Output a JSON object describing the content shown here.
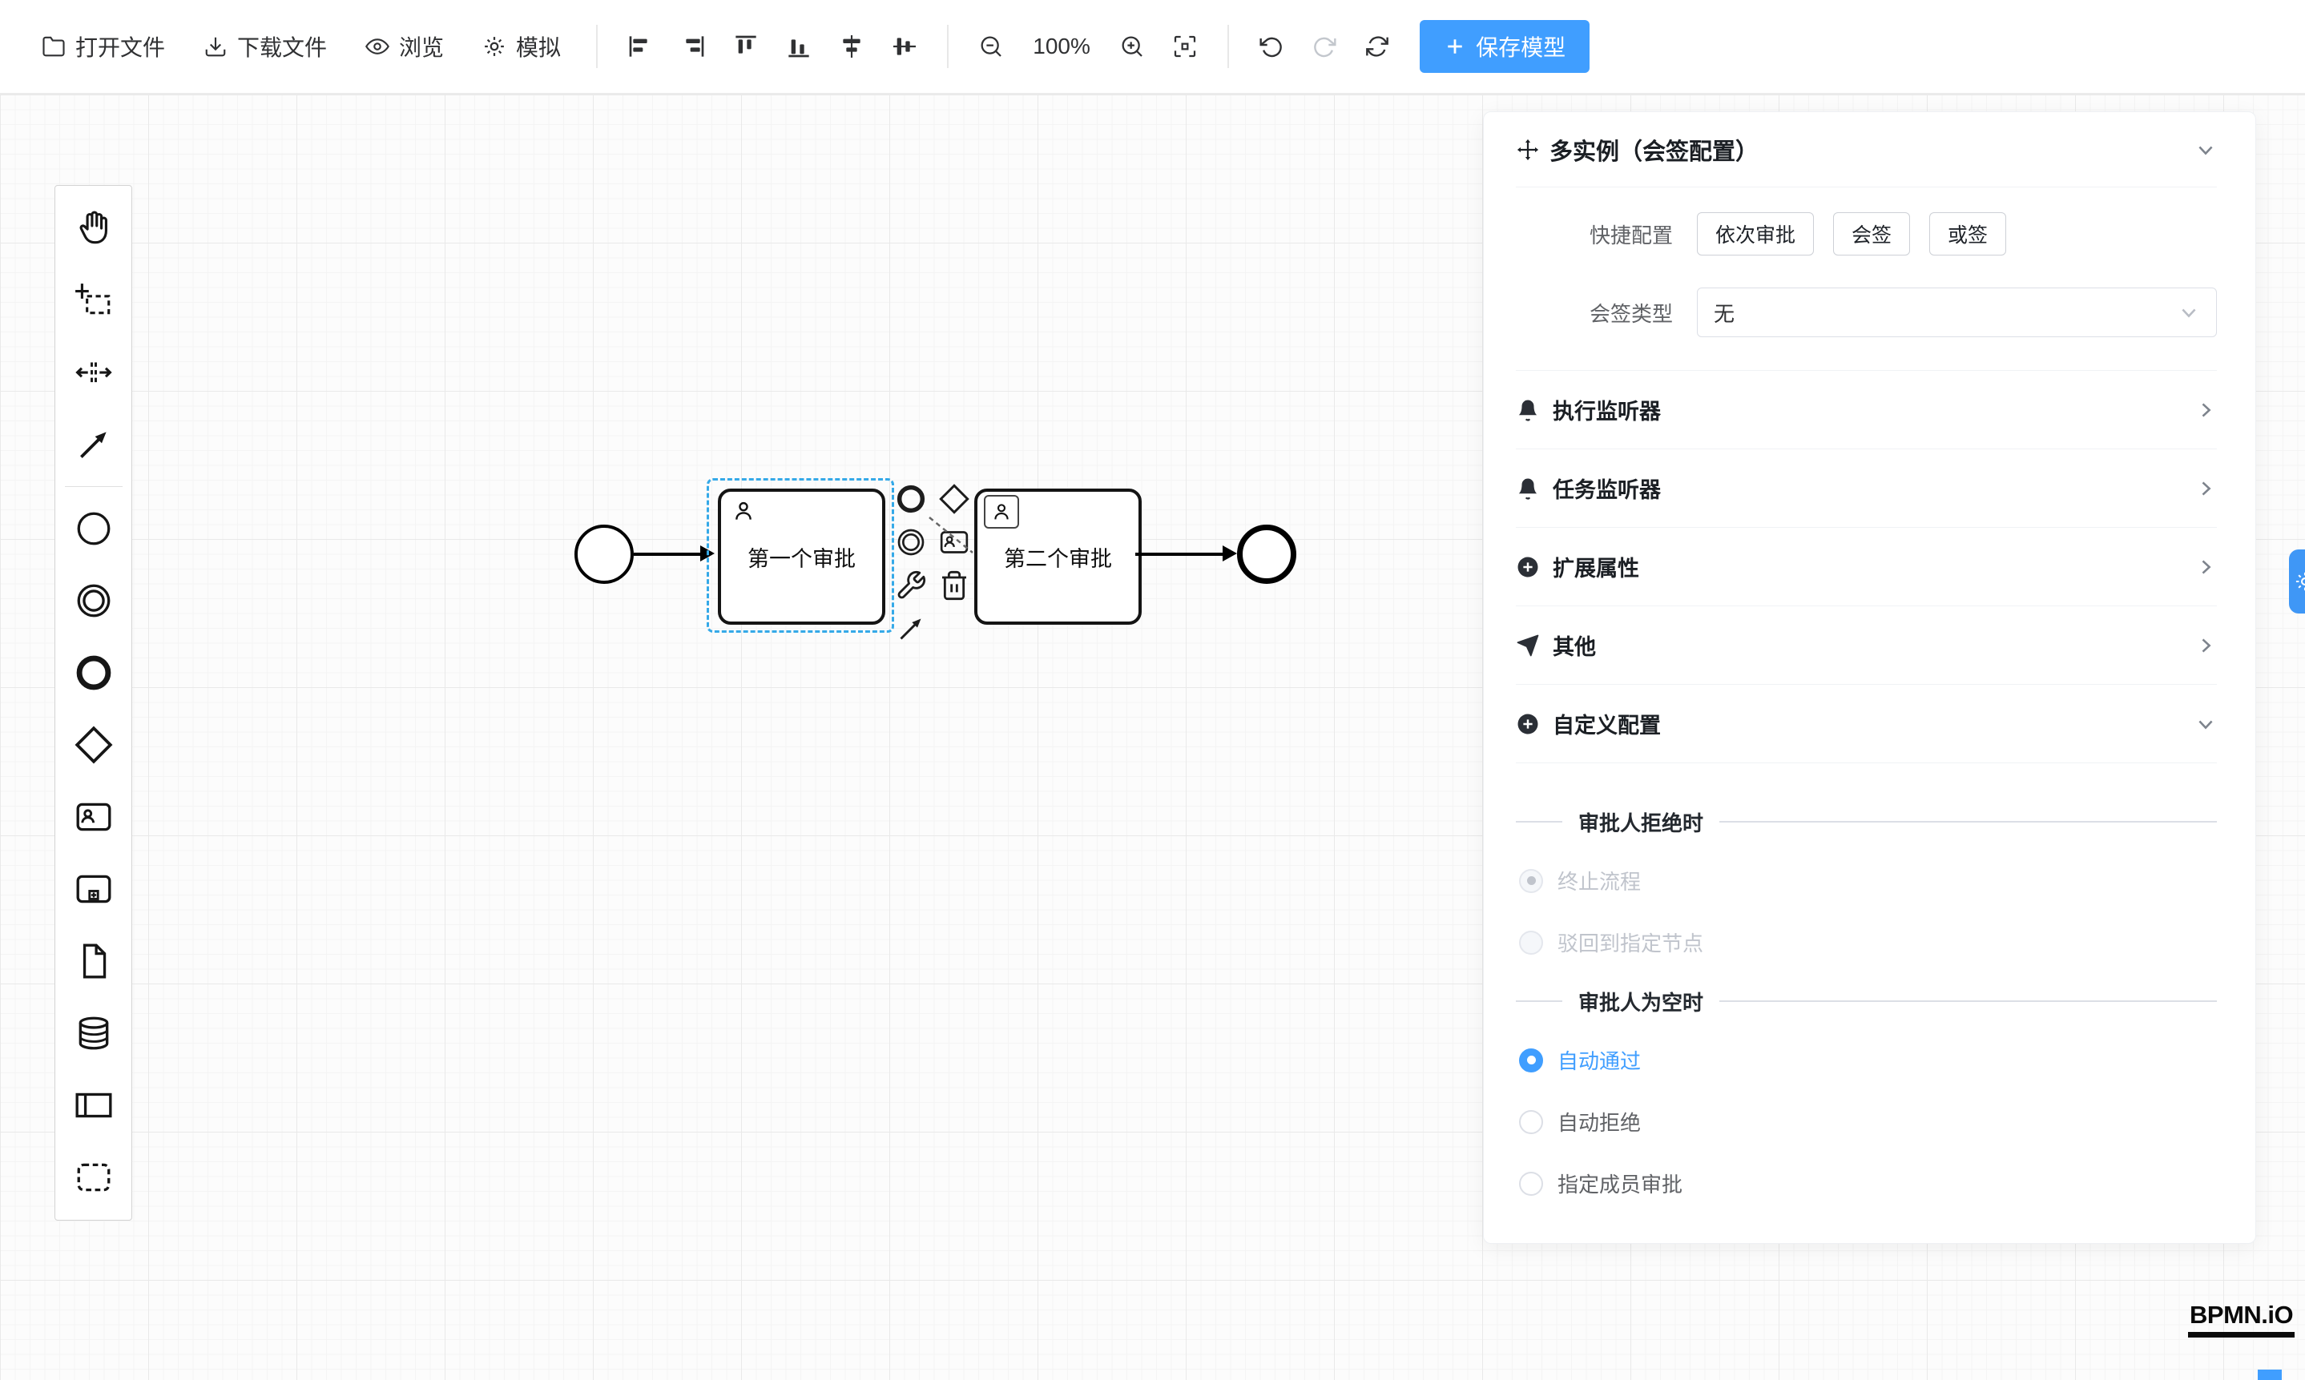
{
  "toolbar": {
    "open_file": "打开文件",
    "download_file": "下载文件",
    "preview": "浏览",
    "simulate": "模拟",
    "zoom_level": "100%",
    "save_model": "保存模型"
  },
  "canvas": {
    "task1_label": "第一个审批",
    "task2_label": "第二个审批"
  },
  "panel": {
    "title": "多实例（会签配置）",
    "quick_config_label": "快捷配置",
    "quick_options": [
      "依次审批",
      "会签",
      "或签"
    ],
    "sign_type_label": "会签类型",
    "sign_type_value": "无",
    "sections": [
      {
        "label": "执行监听器",
        "icon": "bell-icon"
      },
      {
        "label": "任务监听器",
        "icon": "bell-icon"
      },
      {
        "label": "扩展属性",
        "icon": "plus-circle-icon"
      },
      {
        "label": "其他",
        "icon": "paper-plane-icon"
      },
      {
        "label": "自定义配置",
        "icon": "plus-circle-icon"
      }
    ],
    "approver_reject": {
      "title": "审批人拒绝时",
      "options": [
        {
          "label": "终止流程",
          "state": "selected-disabled"
        },
        {
          "label": "驳回到指定节点",
          "state": "disabled"
        }
      ]
    },
    "approver_empty": {
      "title": "审批人为空时",
      "options": [
        {
          "label": "自动通过",
          "state": "selected"
        },
        {
          "label": "自动拒绝",
          "state": "unselected"
        },
        {
          "label": "指定成员审批",
          "state": "unselected"
        }
      ]
    }
  },
  "footer": {
    "logo": "BPMN.iO"
  },
  "colors": {
    "accent": "#409eff",
    "selection_outline": "#35a9e8",
    "disabled_text": "#c0c4cc",
    "shape_stroke": "#000000"
  },
  "icons": {
    "toolbar": [
      "folder-open-icon",
      "download-icon",
      "eye-icon",
      "gear-icon",
      "align-left-icon",
      "align-right-icon",
      "align-top-icon",
      "align-bottom-icon",
      "align-center-h-icon",
      "align-center-v-icon",
      "zoom-out-icon",
      "zoom-in-icon",
      "fit-viewport-icon",
      "undo-icon",
      "redo-icon",
      "refresh-icon",
      "plus-icon"
    ],
    "palette": [
      "hand-tool-icon",
      "lasso-tool-icon",
      "space-tool-icon",
      "connect-tool-icon",
      "start-event-icon",
      "intermediate-event-icon",
      "end-event-icon",
      "gateway-icon",
      "user-task-icon",
      "call-activity-icon",
      "data-object-icon",
      "data-store-icon",
      "participant-icon",
      "group-icon"
    ],
    "context_pad": [
      "end-event-icon",
      "gateway-icon",
      "intermediate-event-icon",
      "user-task-icon",
      "wrench-icon",
      "trash-icon",
      "connect-tool-icon"
    ],
    "panel": [
      "move-icon",
      "bell-icon",
      "plus-circle-icon",
      "paper-plane-icon",
      "chevron-right-icon",
      "chevron-down-icon"
    ],
    "side_tab": "gear-icon"
  }
}
